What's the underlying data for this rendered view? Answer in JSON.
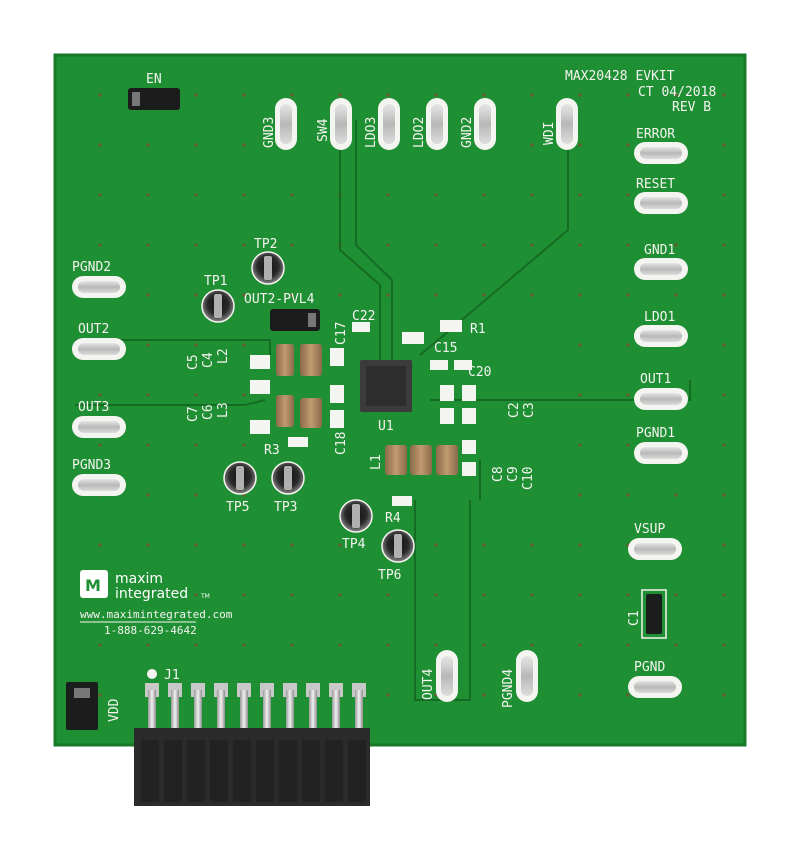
{
  "board": {
    "title": "MAX20428 EVKIT",
    "date_code": "CT 04/2018",
    "revision": "REV B"
  },
  "colors": {
    "pcb": "#1f8f33",
    "pcb_edge": "#177a29",
    "silkscreen": "#f4f4f0",
    "pad_metal": "#c8c8c8",
    "trace": "#1a7a2c",
    "connector_body": "#2b2b2b"
  },
  "logo": {
    "brand_line1": "maxim",
    "brand_line2": "integrated",
    "tm": "TM",
    "website": "www.maximintegrated.com",
    "phone": "1-888-629-4642"
  },
  "labels": {
    "en": "EN",
    "gnd3": "GND3",
    "sw4": "SW4",
    "ldo3": "LDO3",
    "ldo2": "LDO2",
    "gnd2": "GND2",
    "wdi": "WDI",
    "error": "ERROR",
    "reset": "RESET",
    "gnd1": "GND1",
    "ldo1": "LDO1",
    "out1": "OUT1",
    "pgnd1": "PGND1",
    "vsup": "VSUP",
    "pgnd": "PGND",
    "pgnd2": "PGND2",
    "out2": "OUT2",
    "out3": "OUT3",
    "pgnd3": "PGND3",
    "out4": "OUT4",
    "pgnd4": "PGND4",
    "vdd": "VDD",
    "j1": "J1",
    "tp1": "TP1",
    "tp2": "TP2",
    "tp3": "TP3",
    "tp4": "TP4",
    "tp5": "TP5",
    "tp6": "TP6",
    "out2_pvl4": "OUT2-PVL4",
    "c1": "C1",
    "c2": "C2",
    "c3": "C3",
    "c4": "C4",
    "c5": "C5",
    "c6": "C6",
    "c7": "C7",
    "c8": "C8",
    "c9": "C9",
    "c10": "C10",
    "c15": "C15",
    "c17": "C17",
    "c18": "C18",
    "c20": "C20",
    "c22": "C22",
    "l1": "L1",
    "l2": "L2",
    "l3": "L3",
    "r1": "R1",
    "r3": "R3",
    "r4": "R4",
    "u1": "U1"
  }
}
